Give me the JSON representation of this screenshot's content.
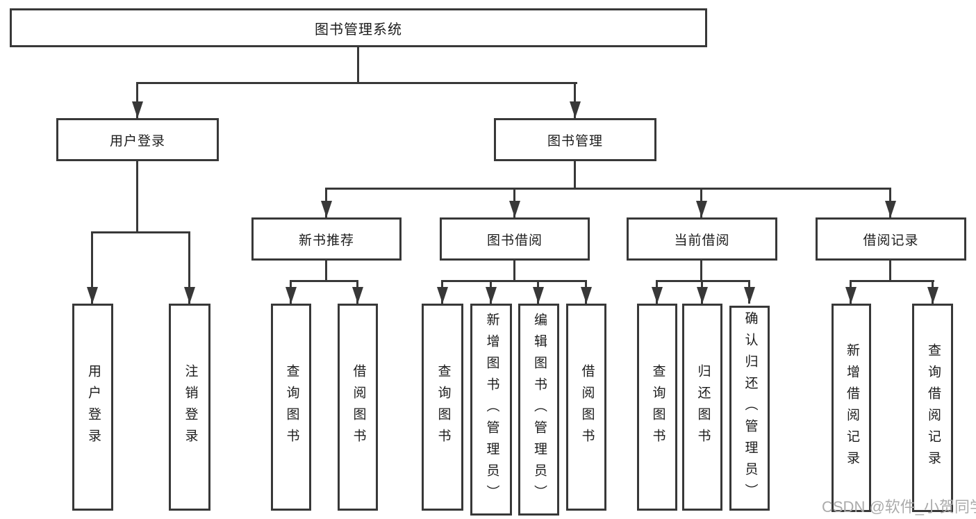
{
  "tree": {
    "root": "图书管理系统",
    "user_login": {
      "label": "用户登录",
      "children": [
        "用户登录",
        "注销登录"
      ]
    },
    "book_mgmt": {
      "label": "图书管理",
      "children": [
        {
          "label": "新书推荐",
          "children": [
            "查询图书",
            "借阅图书"
          ]
        },
        {
          "label": "图书借阅",
          "children": [
            "查询图书",
            "新增图书（管理员）",
            "编辑图书（管理员）",
            "借阅图书"
          ]
        },
        {
          "label": "当前借阅",
          "children": [
            "查询图书",
            "归还图书",
            "确认归还（管理员）"
          ]
        },
        {
          "label": "借阅记录",
          "children": [
            "新增借阅记录",
            "查询借阅记录"
          ]
        }
      ]
    }
  },
  "watermark": {
    "text": "CSDN @软件_小贺同学"
  },
  "colors": {
    "line": "#383838",
    "text": "#1c1c1c",
    "background": "#ffffff",
    "watermark": "#ababab"
  }
}
